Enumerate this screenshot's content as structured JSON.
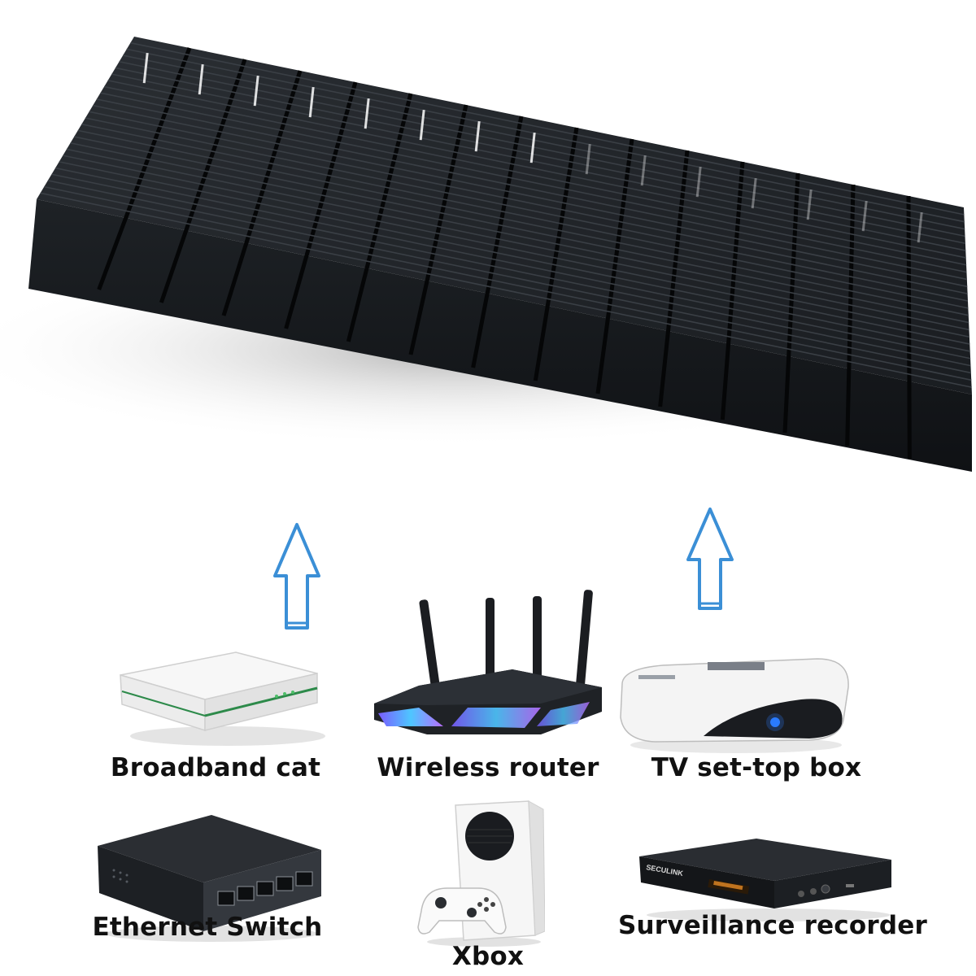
{
  "devices": {
    "broadband_cat": {
      "label": "Broadband cat"
    },
    "wireless_router": {
      "label": "Wireless router"
    },
    "tv_box": {
      "label": "TV set-top box"
    },
    "ethernet_switch": {
      "label": "Ethernet Switch"
    },
    "xbox": {
      "label": "Xbox"
    },
    "surveillance_recorder": {
      "label": "Surveillance recorder",
      "brand": "SECULINK"
    }
  },
  "colors": {
    "heatsink": "#15181c",
    "arrow_stroke": "#3b8fd6",
    "router_glow": "#4ec6ff",
    "tv_led": "#2a7bff"
  }
}
